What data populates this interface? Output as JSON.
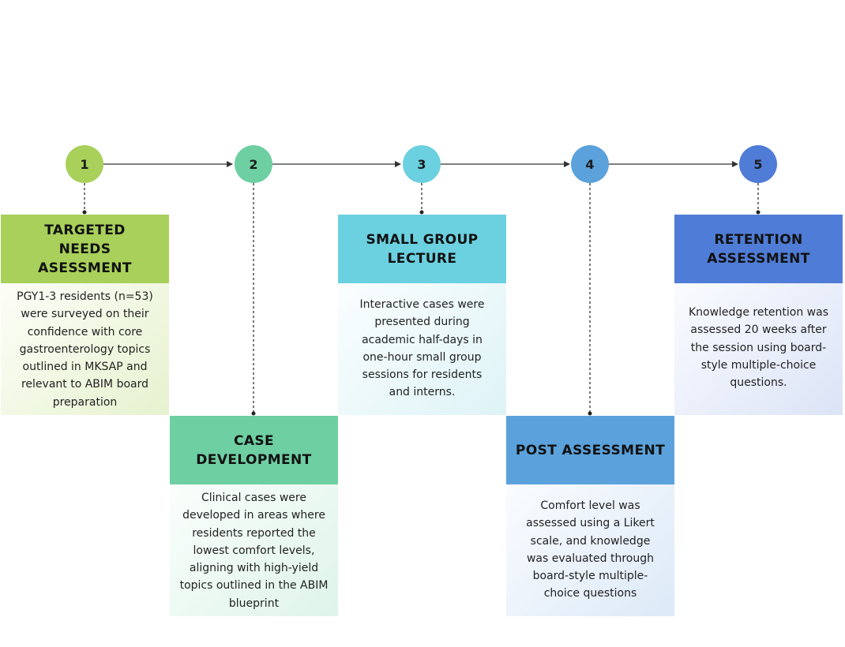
{
  "colors": {
    "step1": "#a8d05a",
    "step2": "#6ecfa2",
    "step3": "#6bd0e0",
    "step4": "#5ba2dc",
    "step5": "#4f7cd6"
  },
  "steps": [
    {
      "number": "1",
      "title": "TARGETED NEEDS ASESSMENT",
      "description": "PGY1-3 residents (n=53) were surveyed on their confidence with core gastroenterology topics outlined in MKSAP and relevant to ABIM board preparation"
    },
    {
      "number": "2",
      "title": "CASE DEVELOPMENT",
      "description": "Clinical cases were developed in areas where residents reported the lowest comfort levels, aligning with high-yield topics outlined in the ABIM blueprint"
    },
    {
      "number": "3",
      "title": "SMALL GROUP LECTURE",
      "description": "Interactive cases were presented during academic half-days in one-hour small group sessions for residents and interns."
    },
    {
      "number": "4",
      "title": "POST ASSESSMENT",
      "description": "Comfort level was assessed using a Likert scale, and knowledge was evaluated through board-style multiple-choice questions"
    },
    {
      "number": "5",
      "title": "RETENTION ASSESSMENT",
      "description": "Knowledge retention was assessed 20 weeks after the session using board-style multiple-choice questions."
    }
  ]
}
